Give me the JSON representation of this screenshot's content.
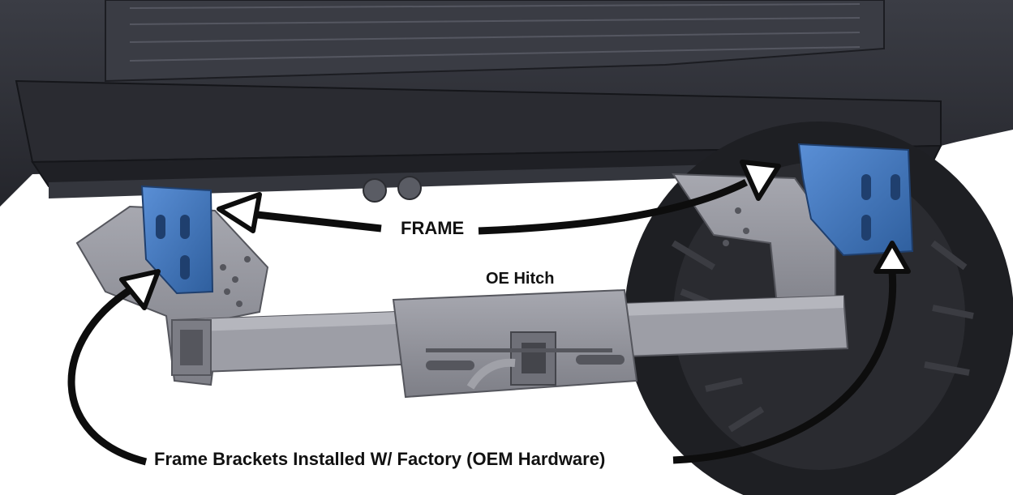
{
  "labels": {
    "frame": "FRAME",
    "hitch": "OE Hitch",
    "brackets": "Frame Brackets Installed W/ Factory (OEM Hardware)"
  },
  "colors": {
    "bed": "#2f3138",
    "bed_edge": "#1c1d22",
    "hitch_metal": "#8f9098",
    "bracket_blue": "#3f73b8",
    "tire": "#1e1f23",
    "arrow": "#0d0d0d"
  }
}
